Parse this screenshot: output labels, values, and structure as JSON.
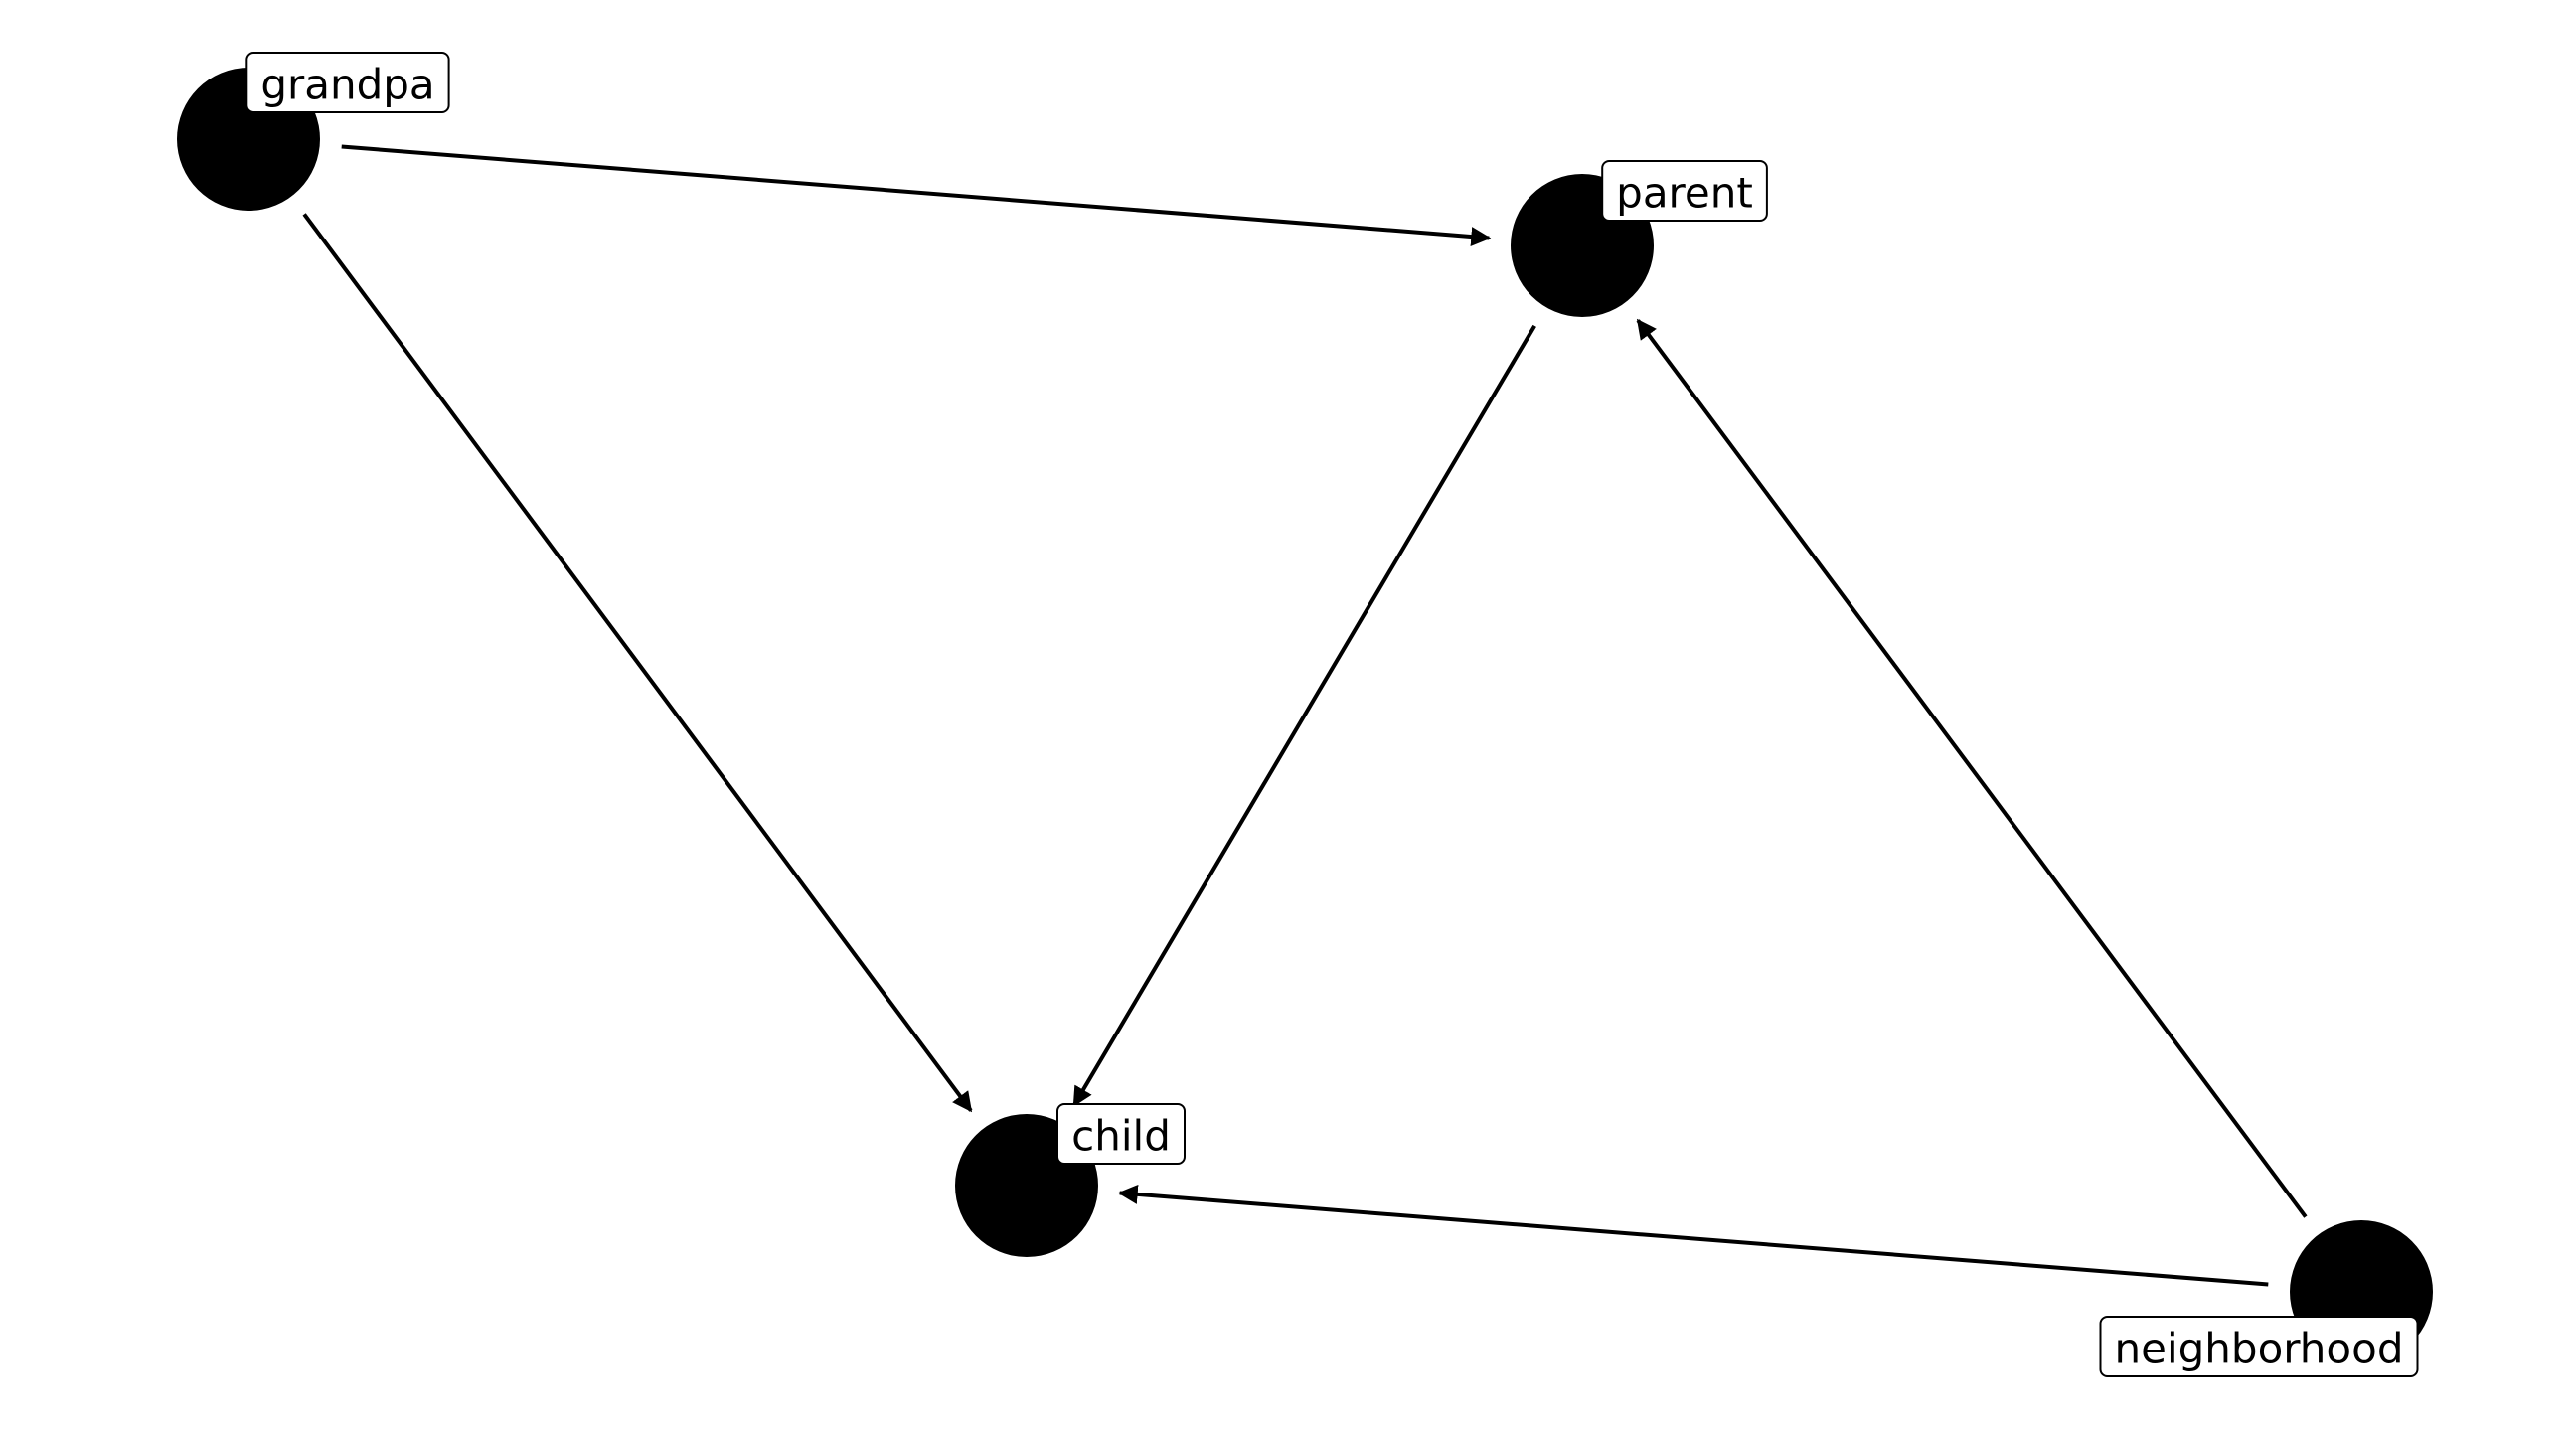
{
  "nodes": [
    {
      "id": "grandpa",
      "label": "grandpa"
    },
    {
      "id": "parent",
      "label": "parent"
    },
    {
      "id": "child",
      "label": "child"
    },
    {
      "id": "neighborhood",
      "label": "neighborhood"
    }
  ],
  "edges": [
    {
      "from": "grandpa",
      "to": "parent"
    },
    {
      "from": "grandpa",
      "to": "child"
    },
    {
      "from": "parent",
      "to": "child"
    },
    {
      "from": "neighborhood",
      "to": "parent"
    },
    {
      "from": "neighborhood",
      "to": "child"
    }
  ],
  "colors": {
    "node": "#000000",
    "edge": "#000000",
    "label_background": "#ffffff",
    "background": "#ffffff"
  }
}
